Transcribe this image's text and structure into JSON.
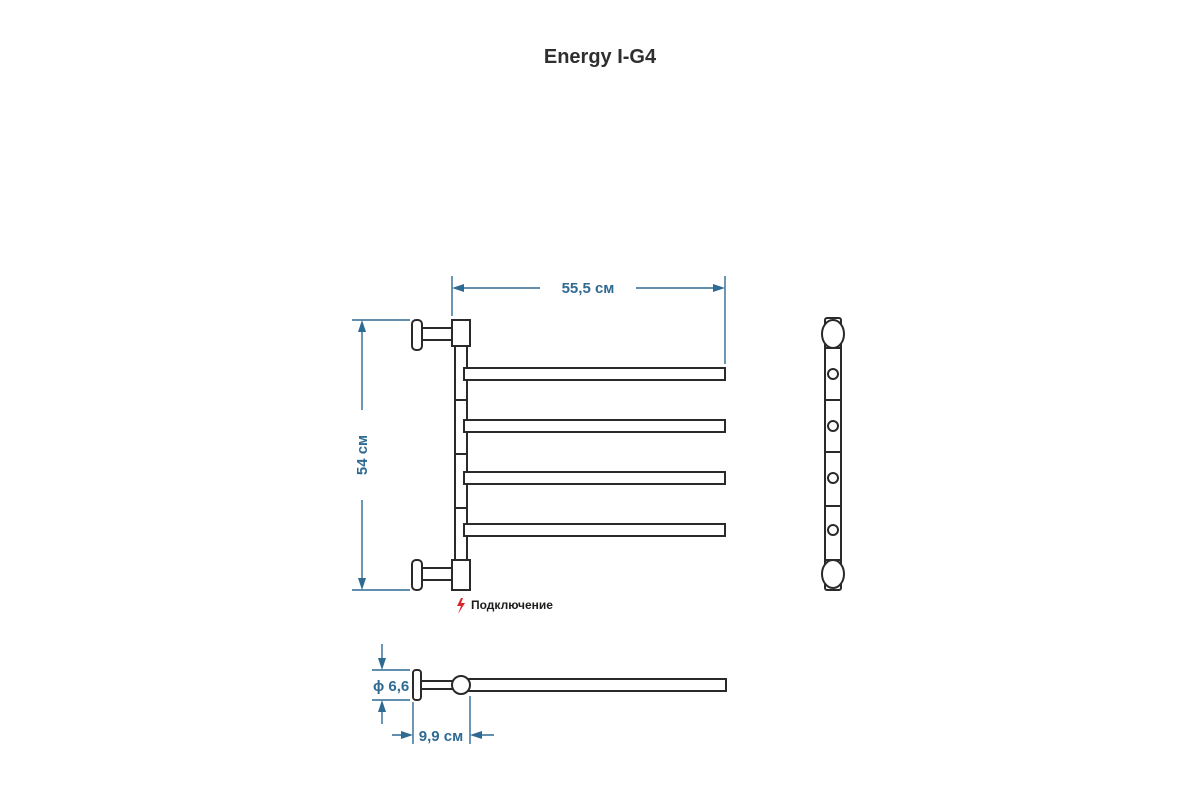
{
  "title": "Energy I-G4",
  "dimensions": {
    "width": "55,5 см",
    "height": "54 см",
    "diameter": "ϕ 6,6",
    "wall_distance": "9,9 см"
  },
  "connection_label": "Подключение",
  "colors": {
    "dimension": "#2f6a93",
    "outline": "#2a2a2a",
    "connection_icon": "#d9262b"
  },
  "icons": {
    "connection": "lightning-icon"
  }
}
